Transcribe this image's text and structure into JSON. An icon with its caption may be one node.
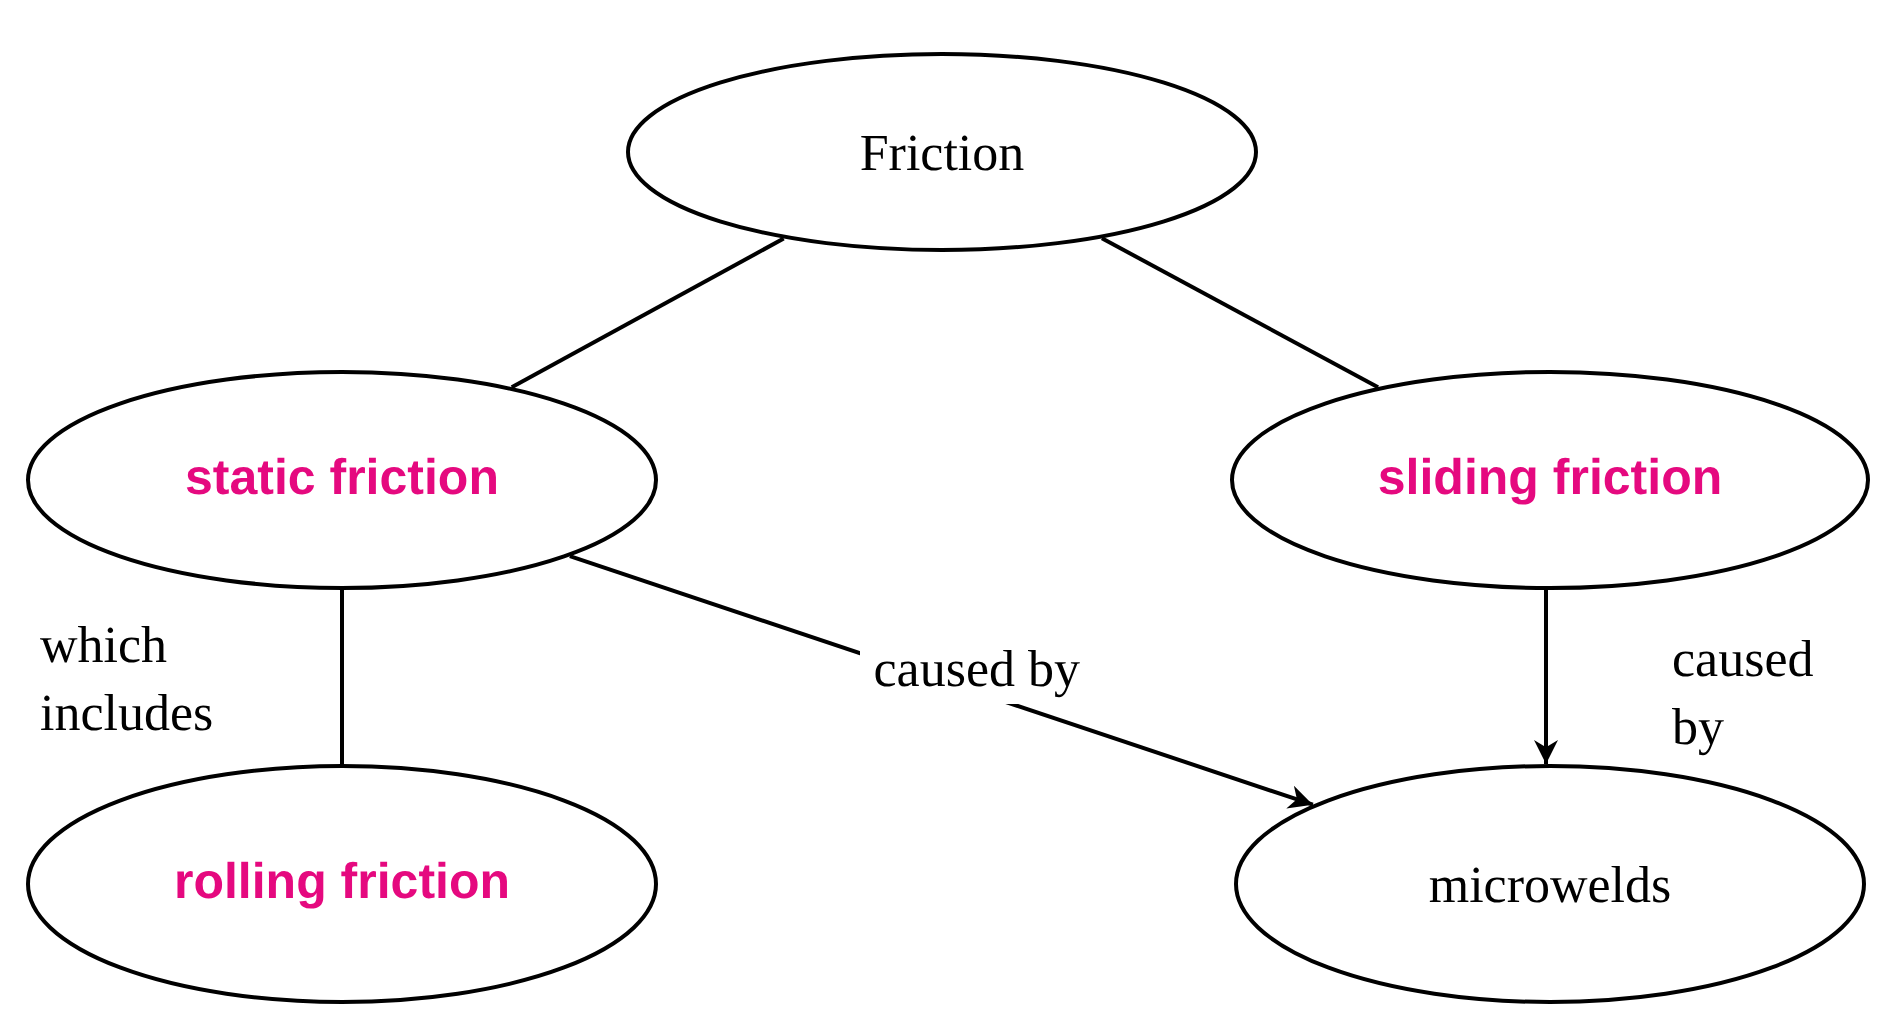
{
  "diagram": {
    "nodes": [
      {
        "text": [
          "Friction"
        ]
      },
      {
        "text": [
          "static friction"
        ]
      },
      {
        "text": [
          "sliding friction"
        ]
      },
      {
        "text": [
          "rolling friction"
        ]
      },
      {
        "text": [
          "microwelds"
        ]
      }
    ],
    "edges": [
      {
        "from": 0,
        "to": 1,
        "arrow": "none"
      },
      {
        "from": 0,
        "to": 2,
        "arrow": "none"
      },
      {
        "from": 1,
        "to": 3,
        "arrow": "none",
        "label": "which includes"
      },
      {
        "from": 1,
        "to": 4,
        "arrow": "to",
        "label": "caused by"
      },
      {
        "from": 2,
        "to": 4,
        "arrow": "to",
        "label": "caused by"
      }
    ]
  }
}
